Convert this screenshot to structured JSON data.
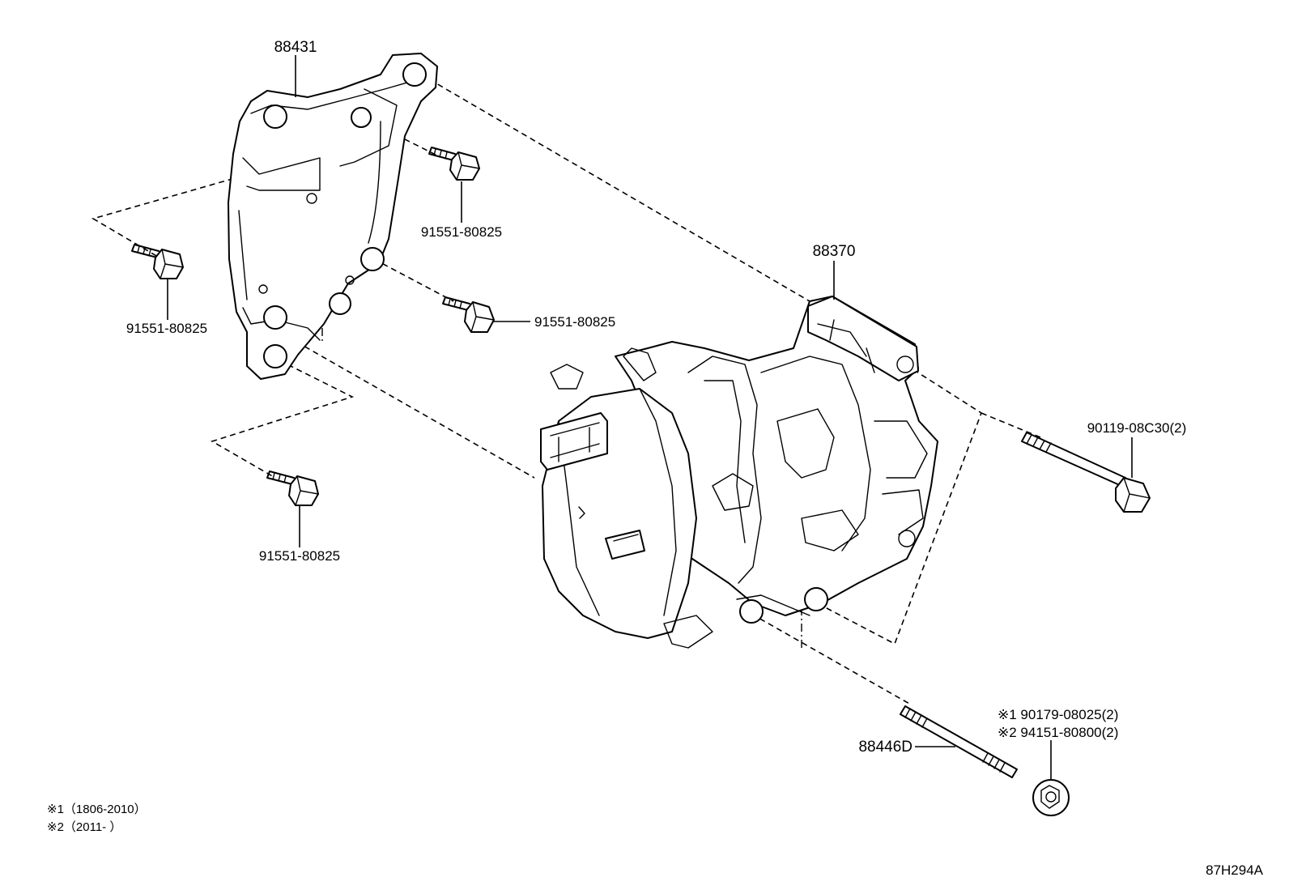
{
  "labels": {
    "bracket": "88431",
    "compressor": "88370",
    "bolt_top": "91551-80825",
    "bolt_left": "91551-80825",
    "bolt_mid": "91551-80825",
    "bolt_low": "91551-80825",
    "long_bolt": "90119-08C30(2)",
    "stud": "88446D",
    "nut_line1": "※1 90179-08025(2)",
    "nut_line2": "※2 94151-80800(2)"
  },
  "notes": {
    "line1": "※1（1806-2010）",
    "line2": "※2（2011-        ）"
  },
  "diagram_id": "87H294A"
}
